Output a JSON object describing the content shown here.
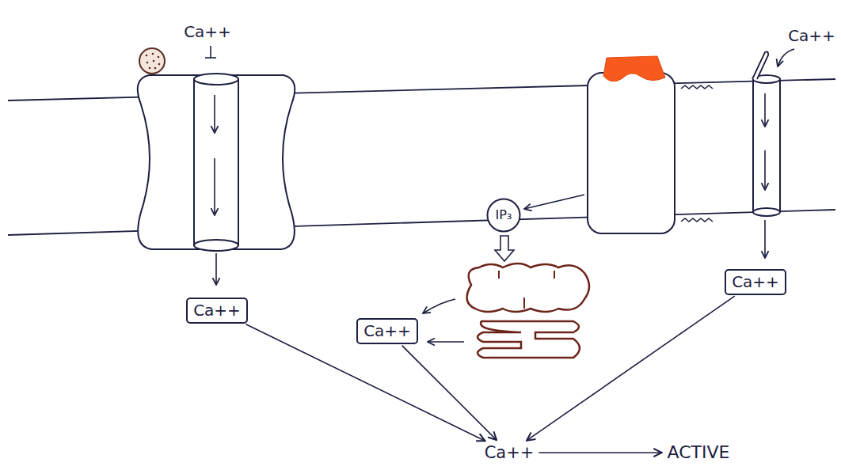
{
  "diagram": {
    "nodes": [
      {
        "text": [
          "IP₃"
        ]
      },
      {
        "text": [
          "Ca++"
        ]
      },
      {
        "text": [
          "Ca++"
        ]
      },
      {
        "text": [
          "Ca++"
        ]
      },
      {
        "text": [
          "Ca++"
        ]
      },
      {
        "text": [
          "ACTIVE"
        ]
      }
    ],
    "edges": [
      {
        "from": 1,
        "to": 4,
        "arrow": "to"
      },
      {
        "from": 3,
        "to": 4,
        "arrow": "to"
      },
      {
        "from": 2,
        "to": 4,
        "arrow": "to"
      },
      {
        "from": 4,
        "to": 5,
        "arrow": "to"
      }
    ],
    "labels": [
      "Ca++",
      "Ca++"
    ]
  }
}
